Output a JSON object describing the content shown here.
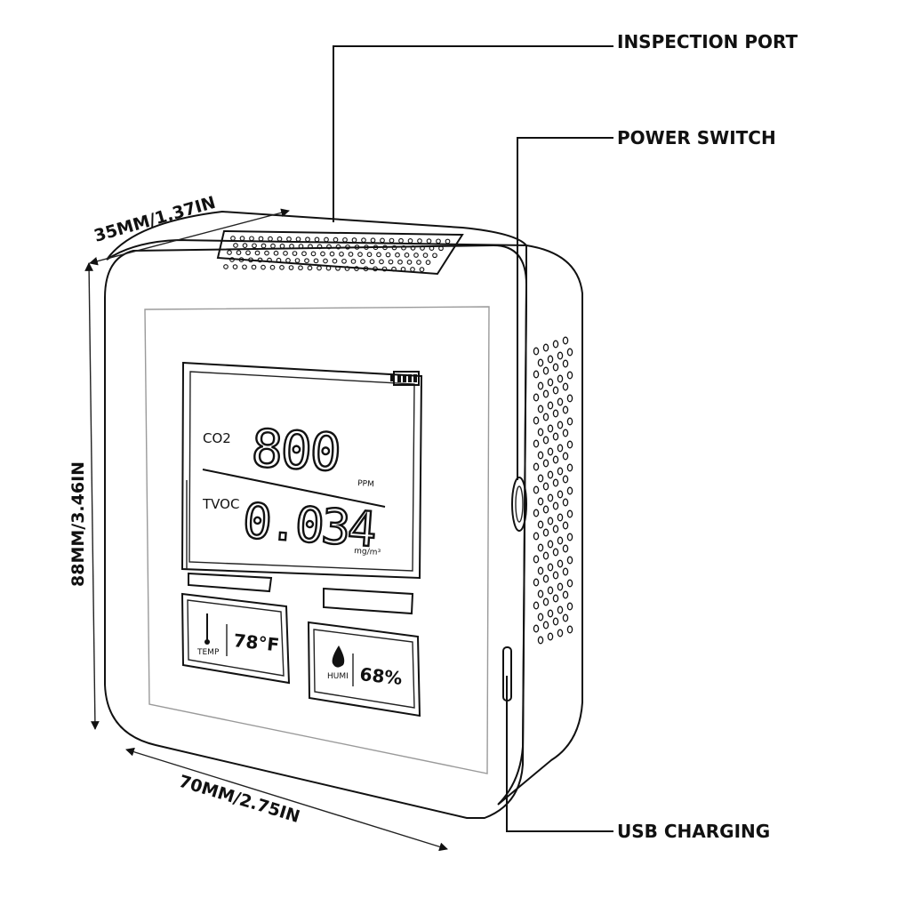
{
  "callouts": {
    "inspection_port": "INSPECTION PORT",
    "power_switch": "POWER SWITCH",
    "usb_charging": "USB CHARGING"
  },
  "dimensions": {
    "depth": "35MM/1.37IN",
    "height": "88MM/3.46IN",
    "width": "70MM/2.75IN"
  },
  "display": {
    "co2_label": "CO2",
    "co2_value": "800",
    "co2_unit": "PPM",
    "tvoc_label": "TVOC",
    "tvoc_value": "0.034",
    "tvoc_unit": "mg/m³",
    "temp_label": "TEMP",
    "temp_value": "78°F",
    "humi_label": "HUMI",
    "humi_value": "68%"
  }
}
